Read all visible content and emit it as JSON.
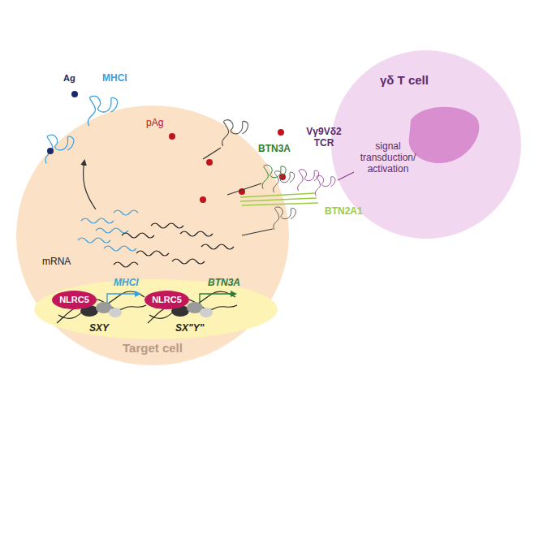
{
  "diagram": {
    "nodes": [
      {
        "text": [
          "Target cell"
        ]
      },
      {
        "text": [
          "NLRC5"
        ],
        "in": 0
      },
      {
        "text": [
          "NLRC5"
        ],
        "in": 0
      },
      {
        "text": [
          "γδ T cell",
          "signal transduction/ activation"
        ]
      }
    ],
    "labels": [
      "Ag",
      "MHCI",
      "pAg",
      "mRNA",
      "MHCI",
      "BTN3A",
      "SXY",
      "SX\"Y\"",
      "BTN3A",
      "Vγ9Vδ2 TCR",
      "BTN2A1"
    ]
  }
}
